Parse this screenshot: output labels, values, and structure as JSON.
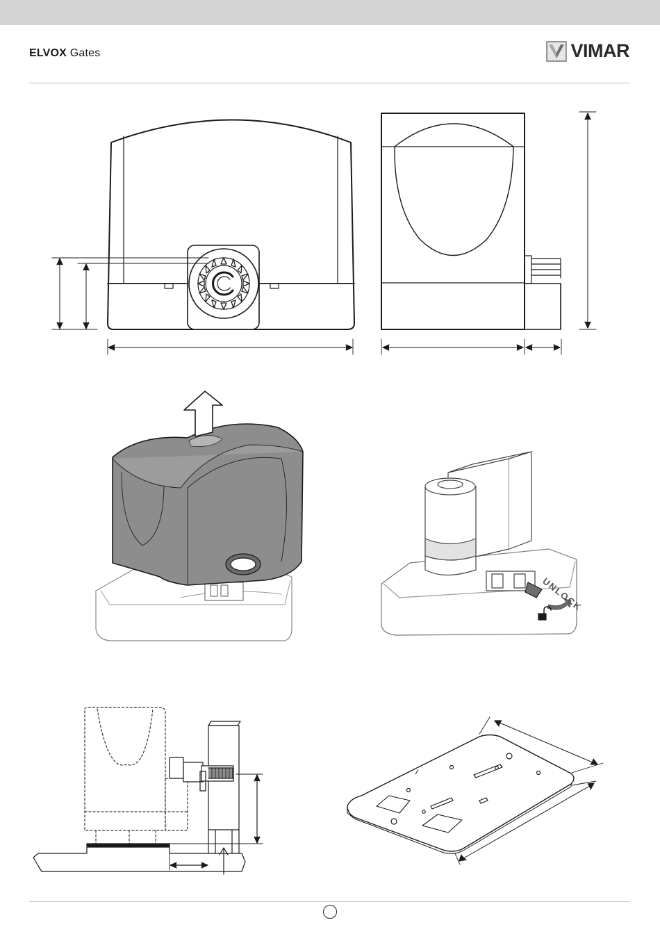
{
  "header": {
    "brand_bold": "ELVOX",
    "brand_light": "Gates",
    "logo_text": "VIMAR"
  },
  "figures": {
    "fig3_label": "UNLOCK",
    "icon_names": [
      "padlock-open-icon",
      "up-arrow-icon",
      "unlock-arrow-icon"
    ]
  },
  "colors": {
    "header_band": "#d4d4d4",
    "cover_gray": "#8d8d8d",
    "line": "#1a1a1a"
  }
}
